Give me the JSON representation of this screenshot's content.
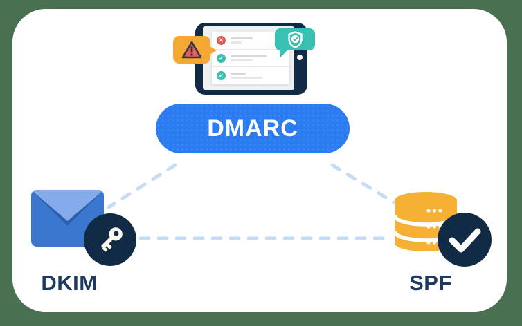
{
  "nodes": {
    "dmarc": {
      "label": "DMARC",
      "fill": "#2b7bf1",
      "text_color": "#ffffff"
    },
    "dkim": {
      "label": "DKIM",
      "icon": "envelope-with-key-badge"
    },
    "spf": {
      "label": "SPF",
      "icon": "database-with-check-badge"
    }
  },
  "tablet": {
    "icon": "tablet-checklist",
    "rows": [
      {
        "status": "fail",
        "icon": "x-circle-icon"
      },
      {
        "status": "pass",
        "icon": "check-circle-icon"
      },
      {
        "status": "pass",
        "icon": "check-circle-icon"
      }
    ],
    "callouts": [
      {
        "icon": "warning-triangle-icon",
        "bubble_color": "#f5a733"
      },
      {
        "icon": "shield-check-icon",
        "bubble_color": "#3ac0b2"
      }
    ]
  },
  "connections": [
    {
      "from": "dmarc",
      "to": "dkim",
      "style": "dashed"
    },
    {
      "from": "dmarc",
      "to": "spf",
      "style": "dashed"
    },
    {
      "from": "dkim",
      "to": "spf",
      "style": "dashed"
    }
  ],
  "colors": {
    "background_green": "#4a7052",
    "card_white": "#ffffff",
    "navy": "#112b47",
    "text_navy": "#1d395e",
    "blue_accent": "#2b7bf1",
    "envelope_blue": "#3a78d0",
    "envelope_flap_blue": "#85abec",
    "database_yellow": "#f6b033",
    "teal": "#3ac0b2",
    "orange": "#f5a733",
    "red": "#e8554e",
    "dash_blue": "#c6dbf4"
  },
  "glyphs": {
    "fail": "✕",
    "pass": "✓"
  }
}
